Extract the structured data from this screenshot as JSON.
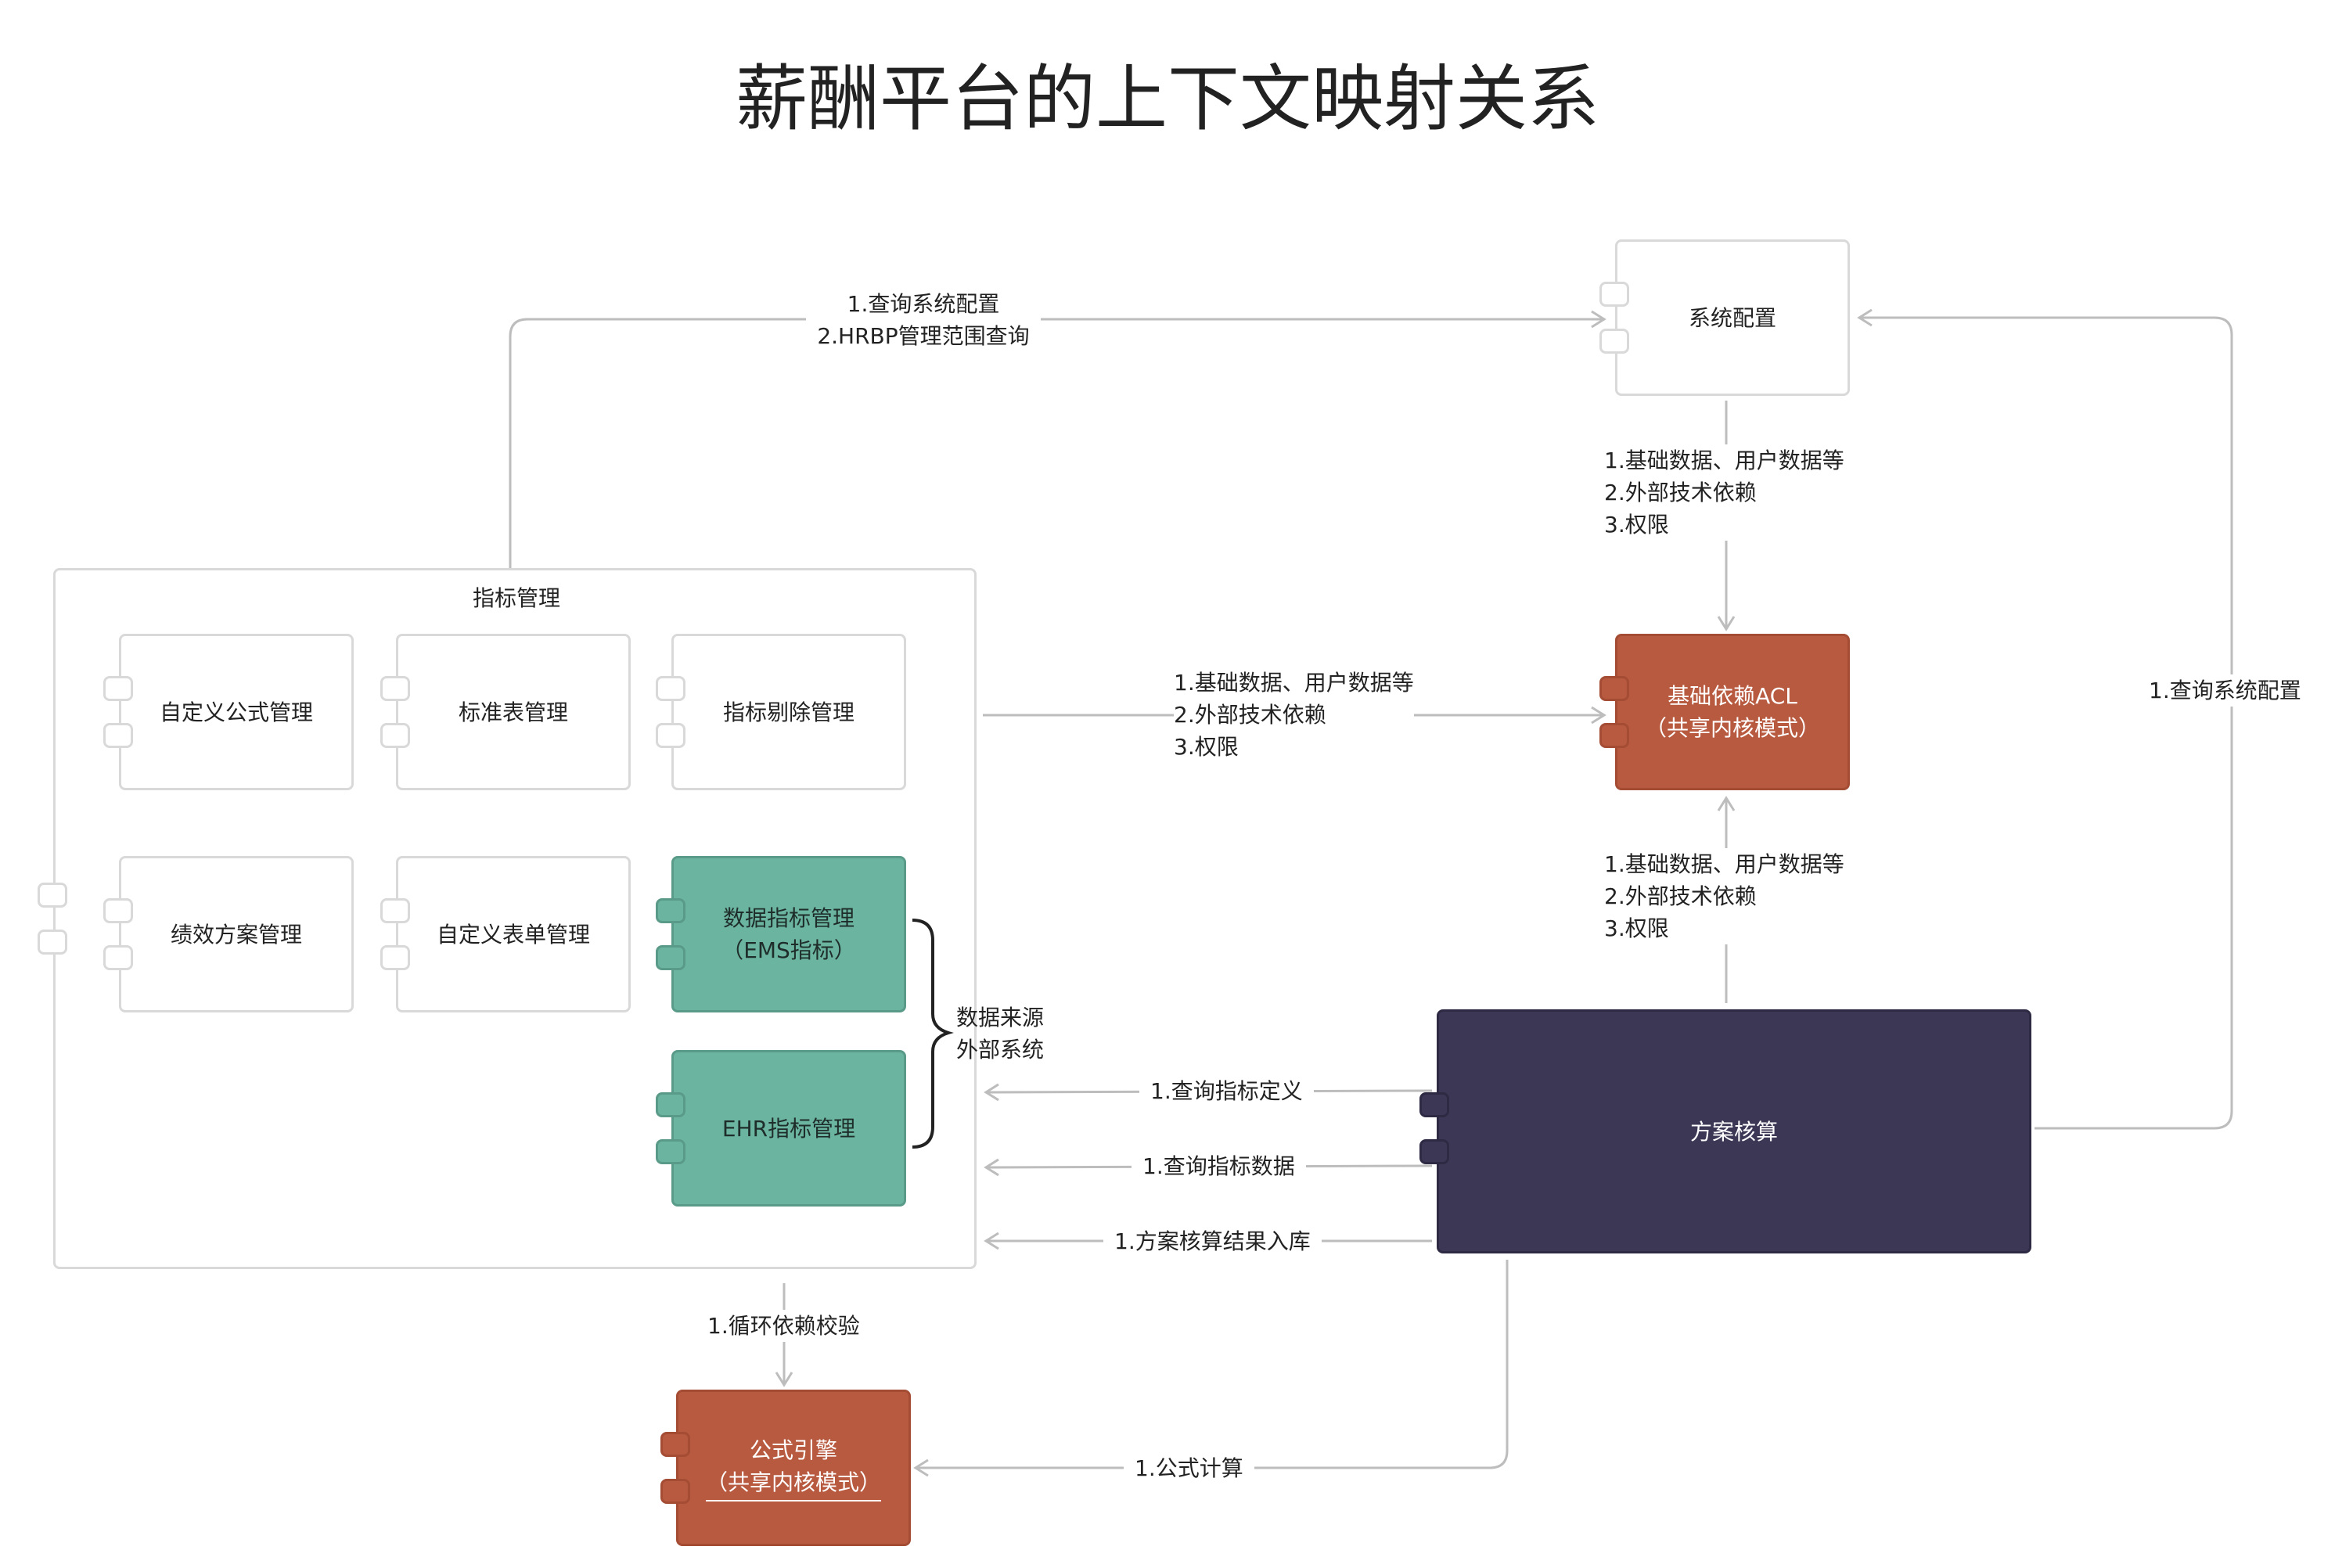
{
  "title": "薪酬平台的上下文映射关系",
  "boxes": {
    "system_config": "系统配置",
    "indicator_mgmt": "指标管理",
    "custom_formula": "自定义公式管理",
    "standard_table": "标准表管理",
    "indicator_remove": "指标剔除管理",
    "performance_plan": "绩效方案管理",
    "custom_form": "自定义表单管理",
    "data_indicator_l1": "数据指标管理",
    "data_indicator_l2": "（EMS指标）",
    "ehr_indicator": "EHR指标管理",
    "base_acl_l1": "基础依赖ACL",
    "base_acl_l2": "（共享内核模式）",
    "plan_calc": "方案核算",
    "formula_engine_l1": "公式引擎",
    "formula_engine_l2": "（共享内核模式）"
  },
  "edges": {
    "top_l1": "1.查询系统配置",
    "top_l2": "2.HRBP管理范围查询",
    "cfg_acl_l1": "1.基础数据、用户数据等",
    "cfg_acl_l2": "2.外部技术依赖",
    "cfg_acl_l3": "3.权限",
    "mgmt_acl_l1": "1.基础数据、用户数据等",
    "mgmt_acl_l2": "2.外部技术依赖",
    "mgmt_acl_l3": "3.权限",
    "calc_acl_l1": "1.基础数据、用户数据等",
    "calc_acl_l2": "2.外部技术依赖",
    "calc_acl_l3": "3.权限",
    "right_loop": "1.查询系统配置",
    "brace_l1": "数据来源",
    "brace_l2": "外部系统",
    "query_def": "1.查询指标定义",
    "query_data": "1.查询指标数据",
    "result_store": "1.方案核算结果入库",
    "cycle_check": "1.循环依赖校验",
    "formula_calc": "1.公式计算"
  },
  "colors": {
    "green": "#6bb5a0",
    "red": "#b85a40",
    "purple": "#3d3756",
    "border": "#d9d9d9",
    "line": "#bdbdbd"
  }
}
